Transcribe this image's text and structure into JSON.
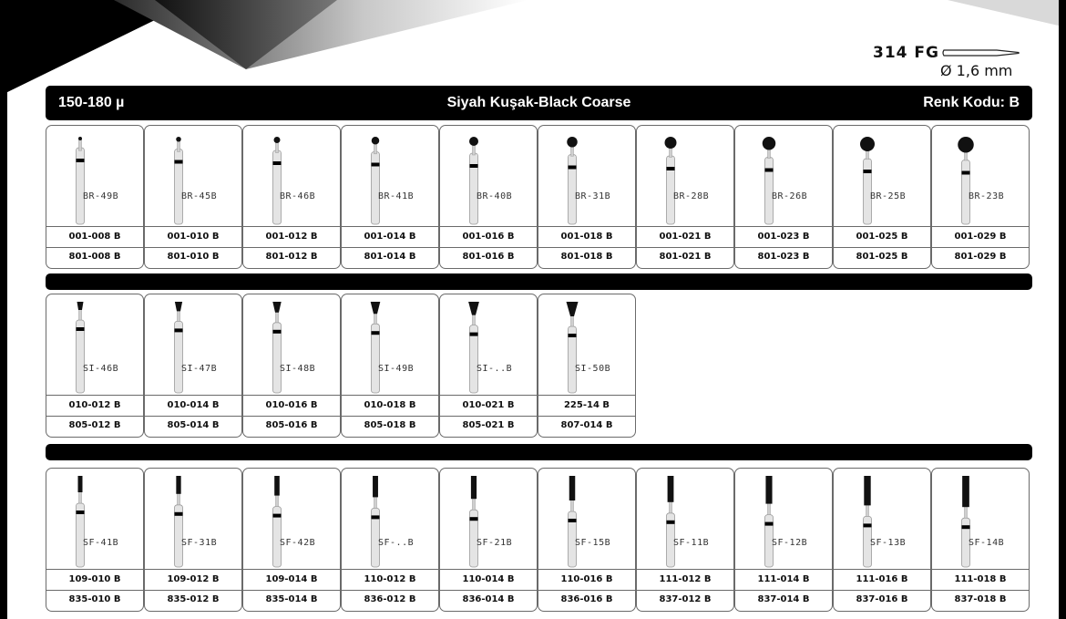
{
  "spec": {
    "code": "314 FG",
    "diameter": "Ø 1,6 mm"
  },
  "header": {
    "grit": "150-180 µ",
    "title": "Siyah Kuşak-Black Coarse",
    "color_code": "Renk Kodu: B"
  },
  "colors": {
    "band": "#000000",
    "shank": "#e4e4e4",
    "border": "#6a6a6a"
  },
  "rows": [
    {
      "shape": "round",
      "items": [
        {
          "label": "BR-49B",
          "code1": "001-008 B",
          "code2": "801-008 B"
        },
        {
          "label": "BR-45B",
          "code1": "001-010 B",
          "code2": "801-010 B"
        },
        {
          "label": "BR-46B",
          "code1": "001-012 B",
          "code2": "801-012 B"
        },
        {
          "label": "BR-41B",
          "code1": "001-014 B",
          "code2": "801-014 B"
        },
        {
          "label": "BR-40B",
          "code1": "001-016 B",
          "code2": "801-016 B"
        },
        {
          "label": "BR-31B",
          "code1": "001-018 B",
          "code2": "801-018 B"
        },
        {
          "label": "BR-28B",
          "code1": "001-021 B",
          "code2": "801-021 B"
        },
        {
          "label": "BR-26B",
          "code1": "001-023 B",
          "code2": "801-023 B"
        },
        {
          "label": "BR-25B",
          "code1": "001-025 B",
          "code2": "801-025 B"
        },
        {
          "label": "BR-23B",
          "code1": "001-029 B",
          "code2": "801-029 B"
        }
      ]
    },
    {
      "shape": "inverted-cone",
      "items": [
        {
          "label": "SI-46B",
          "code1": "010-012 B",
          "code2": "805-012 B"
        },
        {
          "label": "SI-47B",
          "code1": "010-014 B",
          "code2": "805-014 B"
        },
        {
          "label": "SI-48B",
          "code1": "010-016 B",
          "code2": "805-016 B"
        },
        {
          "label": "SI-49B",
          "code1": "010-018 B",
          "code2": "805-018 B"
        },
        {
          "label": "SI-..B",
          "code1": "010-021 B",
          "code2": "805-021 B"
        },
        {
          "label": "SI-50B",
          "code1": "225-14 B",
          "code2": "807-014 B"
        }
      ]
    },
    {
      "shape": "flat-cylinder",
      "items": [
        {
          "label": "SF-41B",
          "code1": "109-010 B",
          "code2": "835-010 B"
        },
        {
          "label": "SF-31B",
          "code1": "109-012 B",
          "code2": "835-012 B"
        },
        {
          "label": "SF-42B",
          "code1": "109-014 B",
          "code2": "835-014 B"
        },
        {
          "label": "SF-..B",
          "code1": "110-012 B",
          "code2": "836-012 B"
        },
        {
          "label": "SF-21B",
          "code1": "110-014 B",
          "code2": "836-014 B"
        },
        {
          "label": "SF-15B",
          "code1": "110-016 B",
          "code2": "836-016 B"
        },
        {
          "label": "SF-11B",
          "code1": "111-012 B",
          "code2": "837-012 B"
        },
        {
          "label": "SF-12B",
          "code1": "111-014 B",
          "code2": "837-014 B"
        },
        {
          "label": "SF-13B",
          "code1": "111-016 B",
          "code2": "837-016 B"
        },
        {
          "label": "SF-14B",
          "code1": "111-018 B",
          "code2": "837-018 B"
        }
      ]
    }
  ]
}
